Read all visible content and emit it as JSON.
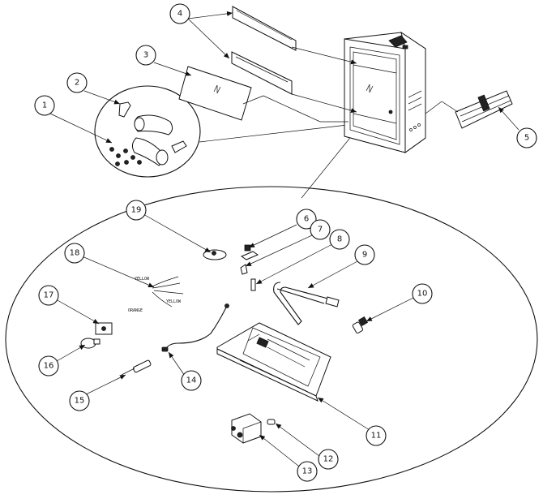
{
  "callouts": [
    "1",
    "2",
    "3",
    "4",
    "5",
    "6",
    "7",
    "8",
    "9",
    "10",
    "11",
    "12",
    "13",
    "14",
    "15",
    "16",
    "17",
    "18",
    "19"
  ],
  "wire_labels": {
    "yellow_top": "YELLOW",
    "yellow_bottom": "YELLOW",
    "orange": "ORANGE"
  }
}
